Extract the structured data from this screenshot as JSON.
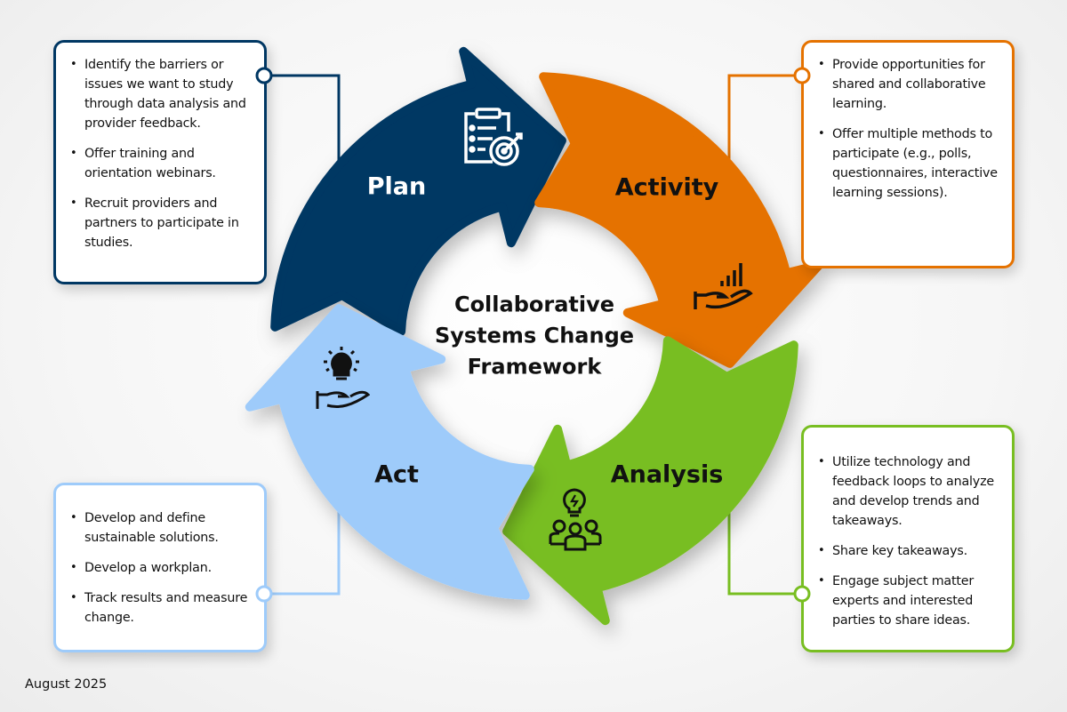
{
  "title_lines": [
    "Collaborative",
    "Systems Change",
    "Framework"
  ],
  "footer": "August 2025",
  "colors": {
    "plan": "#003763",
    "activity": "#E57200",
    "analysis": "#78BE21",
    "act": "#9ECBFA"
  },
  "stages": {
    "plan": {
      "label": "Plan",
      "icon": "clipboard-target-icon",
      "bullets": [
        "Identify the barriers or issues we want to study through data analysis and provider feedback.",
        "Offer training and orientation webinars.",
        "Recruit providers and partners to participate in studies."
      ]
    },
    "activity": {
      "label": "Activity",
      "icon": "hand-bar-chart-icon",
      "bullets": [
        "Provide opportunities for shared and collaborative learning.",
        "Offer multiple methods to participate (e.g., polls, questionnaires, interactive learning sessions)."
      ]
    },
    "analysis": {
      "label": "Analysis",
      "icon": "lightbulb-group-icon",
      "bullets": [
        "Utilize technology and feedback loops to analyze and develop trends and takeaways.",
        "Share key takeaways.",
        "Engage subject matter experts and interested parties to share ideas."
      ]
    },
    "act": {
      "label": "Act",
      "icon": "hand-lightbulb-icon",
      "bullets": [
        "Develop and define sustainable solutions.",
        "Develop a workplan.",
        "Track results and measure change."
      ]
    }
  }
}
